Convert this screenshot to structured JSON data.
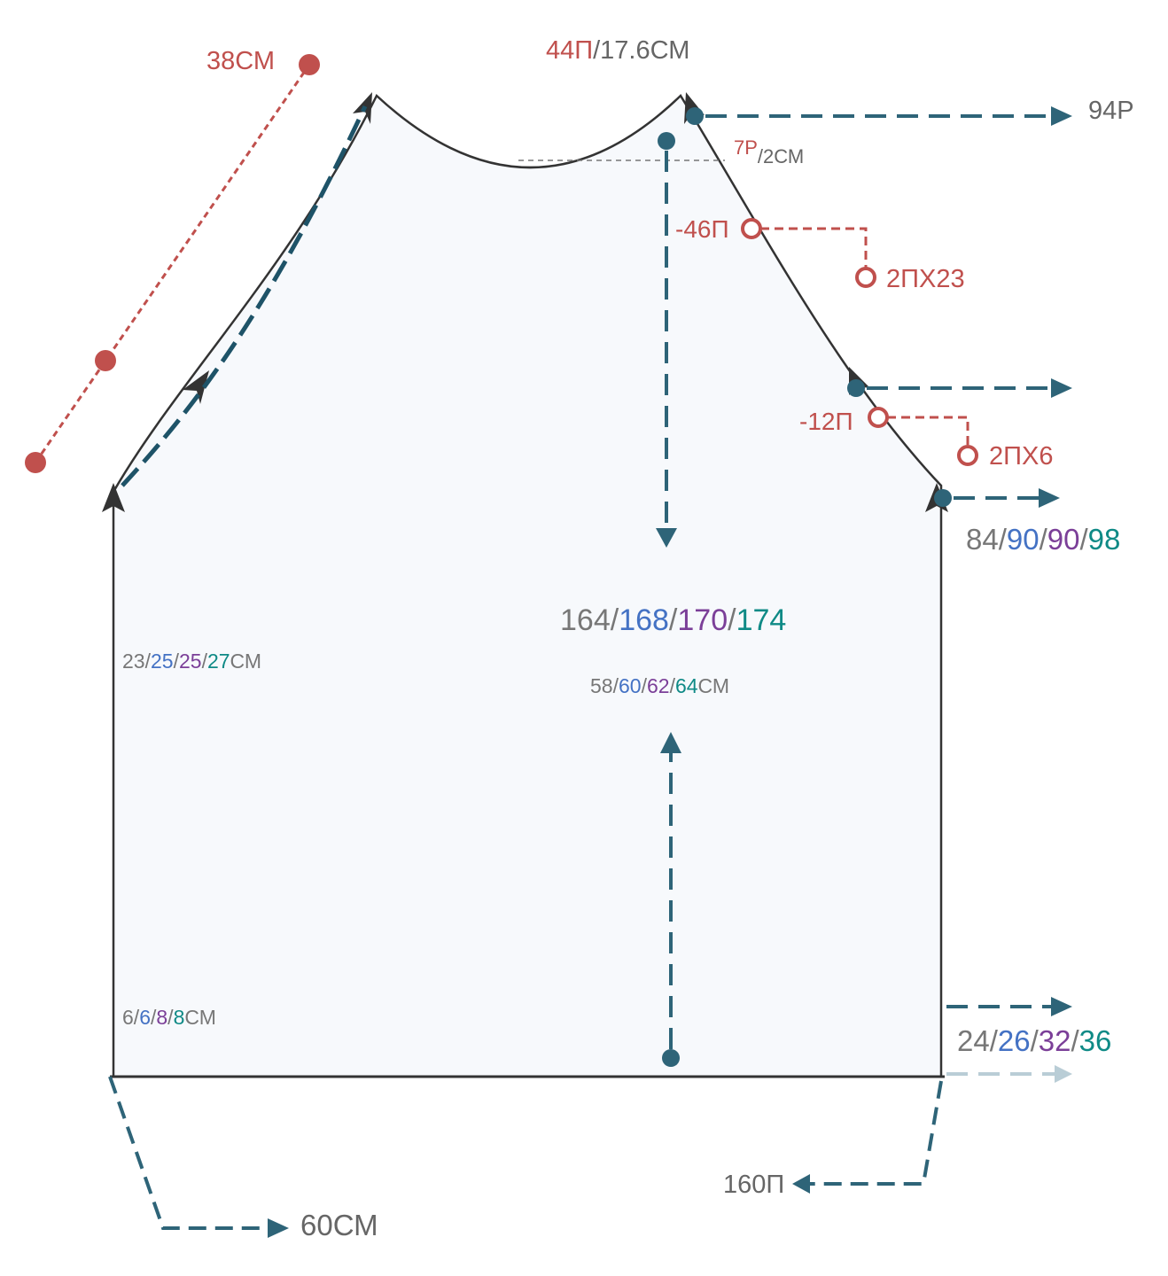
{
  "colors": {
    "red": "#c0504d",
    "teal": "#2e6478",
    "outline": "#333333",
    "fill": "#f7f9fc",
    "gray": "#777777",
    "blue": "#4472c4",
    "purple": "#7b3f98",
    "green": "#0f8a86"
  },
  "labels": {
    "raglan": "38СМ",
    "neck_count": "44П",
    "neck_cm": "/17.6СМ",
    "rows_top": "94Р",
    "neck_depth_rows": "7Р",
    "neck_depth_cm": "/2СМ",
    "dec1": "-46П",
    "dec1_rep": "2ПХ23",
    "dec2": "-12П",
    "dec2_rep": "2ПХ6",
    "cast_on": "160П",
    "width_cm": "60СМ"
  },
  "sizes": {
    "rows_mid": [
      "84",
      "90",
      "90",
      "98"
    ],
    "stitches": [
      "164",
      "168",
      "170",
      "174"
    ],
    "length_cm": [
      "58",
      "60",
      "62",
      "64"
    ],
    "length_unit": "СМ",
    "side_height": [
      "23",
      "25",
      "25",
      "27"
    ],
    "side_unit": "СМ",
    "hem": [
      "6",
      "6",
      "8",
      "8"
    ],
    "hem_unit": "СМ",
    "rows_bottom": [
      "24",
      "26",
      "32",
      "36"
    ]
  }
}
